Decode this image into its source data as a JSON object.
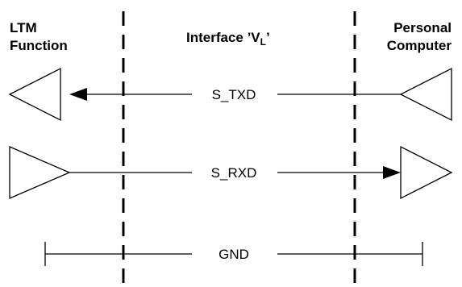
{
  "headers": {
    "left_line1": "LTM",
    "left_line2": "Function",
    "center_prefix": "Interface ’V",
    "center_subscript": "L",
    "center_suffix": "’",
    "right_line1": "Personal",
    "right_line2": "Computer"
  },
  "signals": {
    "txd": "S_TXD",
    "rxd": "S_RXD",
    "gnd": "GND"
  }
}
